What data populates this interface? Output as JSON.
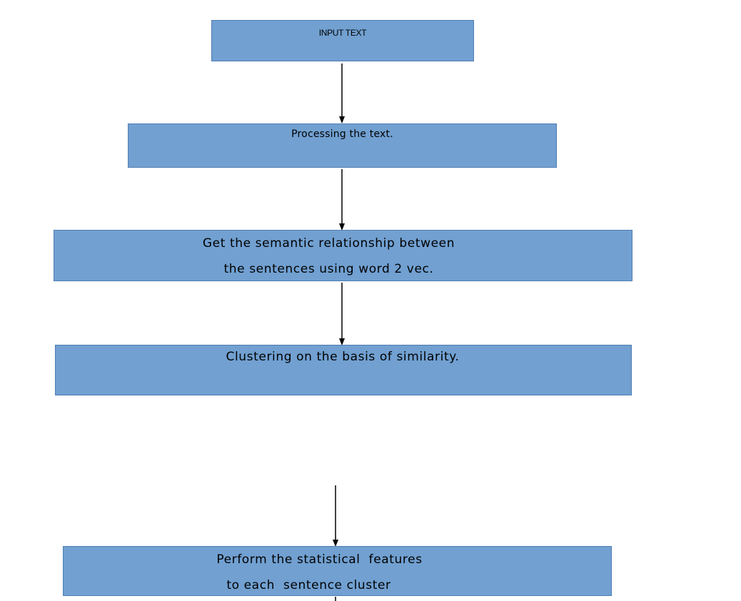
{
  "flowchart": {
    "steps": [
      {
        "lines": [
          "INPUT TEXT"
        ]
      },
      {
        "lines": [
          "Processing the text."
        ]
      },
      {
        "lines": [
          "Get the semantic relationship between",
          "the sentences using word 2 vec."
        ]
      },
      {
        "lines": [
          "Clustering on the basis of similarity."
        ]
      },
      {
        "lines": [
          "Perform the statistical  features",
          "to each  sentence cluster"
        ]
      }
    ]
  },
  "colors": {
    "box_fill": "#71a0d1",
    "box_border": "#4f7db3",
    "arrow": "#000000"
  }
}
